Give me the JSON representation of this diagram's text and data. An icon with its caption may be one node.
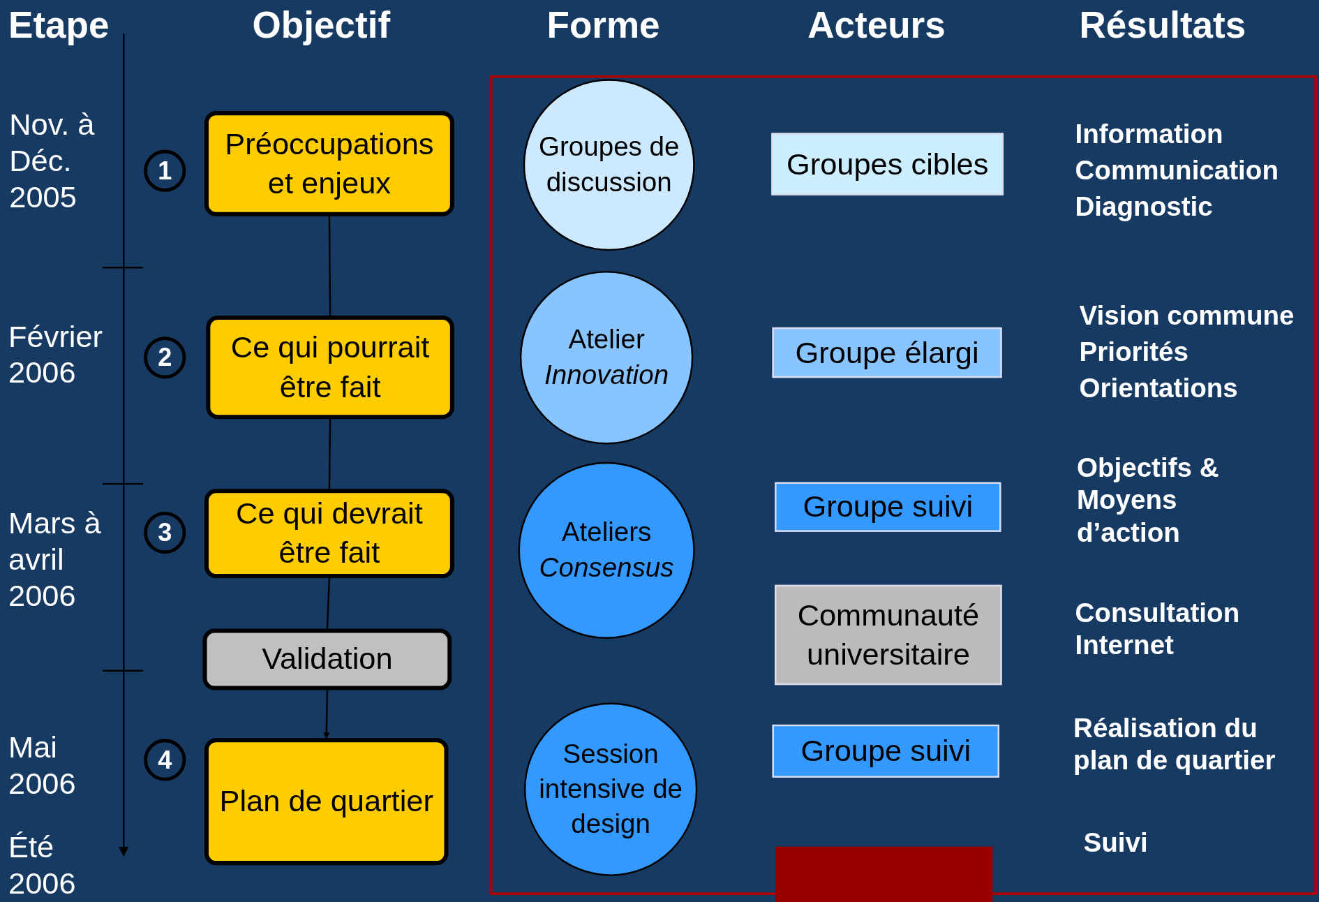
{
  "diagram": {
    "nodes": [
      {
        "text": [
          "Préoccupations et enjeux"
        ]
      },
      {
        "text": [
          "Ce qui pourrait être fait"
        ]
      },
      {
        "text": [
          "Ce qui devrait être fait"
        ]
      },
      {
        "text": [
          "Validation"
        ]
      },
      {
        "text": [
          "Plan de quartier"
        ]
      },
      {
        "text": [
          "1"
        ]
      },
      {
        "text": [
          "2"
        ]
      },
      {
        "text": [
          "3"
        ]
      },
      {
        "text": [
          "4"
        ]
      },
      {
        "text": [
          "Groupes de discussion"
        ]
      },
      {
        "text": [
          "Atelier *Innovation*"
        ]
      },
      {
        "text": [
          "Ateliers *Consensus*"
        ]
      },
      {
        "text": [
          "Session intensive de design"
        ]
      },
      {
        "text": [
          "Groupes cibles"
        ]
      },
      {
        "text": [
          "Groupe élargi"
        ]
      },
      {
        "text": [
          "Groupe suivi"
        ]
      },
      {
        "text": [
          "Communauté universitaire"
        ]
      },
      {
        "text": [
          "Groupe suivi"
        ]
      },
      {
        "text": [],
        "shape": "box"
      }
    ],
    "edges": [
      {
        "from": 0,
        "to": 1,
        "arrow": "none"
      },
      {
        "from": 1,
        "to": 2,
        "arrow": "none"
      },
      {
        "from": 2,
        "to": 3,
        "arrow": "none"
      },
      {
        "from": 3,
        "to": 4,
        "arrow": "to"
      }
    ],
    "labels": [
      "Etape",
      "Objectif",
      "Forme",
      "Acteurs",
      "Résultats",
      "Nov. à Déc. 2005",
      "Février 2006",
      "Mars à avril 2006",
      "Mai 2006",
      "Été 2006",
      "Information",
      "Communication",
      "Diagnostic",
      "Vision commune",
      "Priorités",
      "Orientations",
      "Objectifs & Moyens d’action",
      "Consultation Internet",
      "Réalisation du plan de quartier",
      "Suivi"
    ]
  }
}
